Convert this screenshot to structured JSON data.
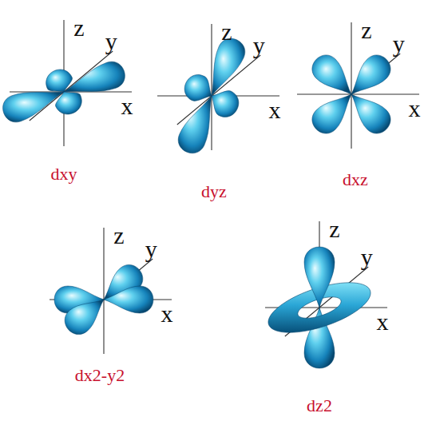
{
  "diagram": {
    "labels": [
      "z",
      "y",
      "x",
      "dxy",
      "z",
      "y",
      "x",
      "dyz",
      "z",
      "y",
      "x",
      "dxz",
      "z",
      "y",
      "x",
      "dx2-y2",
      "z",
      "y",
      "x",
      "dz2"
    ]
  }
}
